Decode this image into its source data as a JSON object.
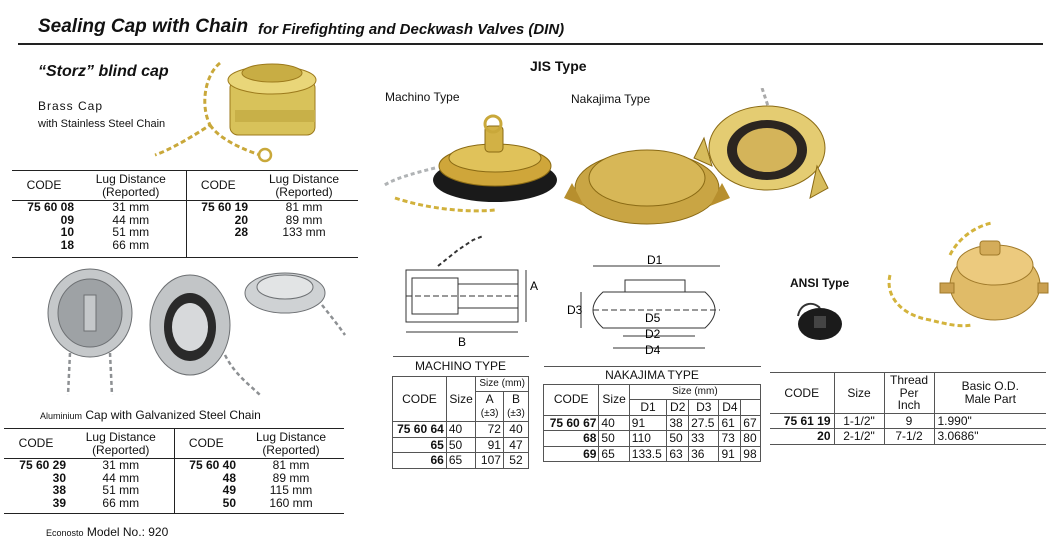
{
  "header": {
    "title": "Sealing Cap with Chain",
    "subtitle": "for Firefighting and Deckwash Valves   (DIN)"
  },
  "storz": {
    "heading": "“Storz” blind cap",
    "material": "Brass Cap",
    "chain": "with Stainless Steel Chain",
    "headers": {
      "code": "CODE",
      "lug": "Lug Distance",
      "reported": "(Reported)"
    },
    "rows": [
      {
        "code1": "75 60 08",
        "lug1": "31 mm",
        "code2": "75 60 19",
        "lug2": "81 mm"
      },
      {
        "code1": "09",
        "lug1": "44 mm",
        "code2": "20",
        "lug2": "89 mm"
      },
      {
        "code1": "10",
        "lug1": "51 mm",
        "code2": "28",
        "lug2": "133 mm"
      },
      {
        "code1": "18",
        "lug1": "66 mm",
        "code2": "",
        "lug2": ""
      }
    ]
  },
  "aluminium": {
    "material": "Aluminium",
    "chain": "Cap with Galvanized Steel Chain",
    "headers": {
      "code": "CODE",
      "lug": "Lug Distance",
      "reported": "(Reported)"
    },
    "rows": [
      {
        "code1": "75 60 29",
        "lug1": "31 mm",
        "code2": "75 60 40",
        "lug2": "81 mm"
      },
      {
        "code1": "30",
        "lug1": "44 mm",
        "code2": "48",
        "lug2": "89 mm"
      },
      {
        "code1": "38",
        "lug1": "51 mm",
        "code2": "49",
        "lug2": "115 mm"
      },
      {
        "code1": "39",
        "lug1": "66 mm",
        "code2": "50",
        "lug2": "160 mm"
      }
    ],
    "brand": "Econosto",
    "model": "Model No.: 920"
  },
  "jis": {
    "heading": "JIS Type",
    "machino_label": "Machino Type",
    "nakajima_label": "Nakajima Type",
    "dims": {
      "a": "A",
      "b": "B",
      "d1": "D1",
      "d2": "D2",
      "d3": "D3",
      "d4": "D4",
      "d5": "D5"
    }
  },
  "machino": {
    "title": "MACHINO TYPE",
    "headers": {
      "code": "CODE",
      "size": "Size",
      "size_mm": "Size (mm)",
      "a": "A",
      "b": "B",
      "tol": "(±3)"
    },
    "rows": [
      {
        "code": "75 60 64",
        "size": "40",
        "a": "72",
        "b": "40"
      },
      {
        "code": "65",
        "size": "50",
        "a": "91",
        "b": "47"
      },
      {
        "code": "66",
        "size": "65",
        "a": "107",
        "b": "52"
      }
    ]
  },
  "nakajima": {
    "title": "NAKAJIMA TYPE",
    "headers": {
      "code": "CODE",
      "size": "Size",
      "size_mm": "Size (mm)",
      "d1": "D1",
      "d2": "D2",
      "d3": "D3",
      "d4": "D4"
    },
    "rows": [
      {
        "code": "75 60 67",
        "size": "40",
        "d1": "91",
        "d2": "38",
        "d3": "27.5",
        "d4": "61",
        "x": "67"
      },
      {
        "code": "68",
        "size": "50",
        "d1": "110",
        "d2": "50",
        "d3": "33",
        "d4": "73",
        "x": "80"
      },
      {
        "code": "69",
        "size": "65",
        "d1": "133.5",
        "d2": "63",
        "d3": "36",
        "d4": "91",
        "x": "98"
      }
    ]
  },
  "ansi": {
    "heading": "ANSI Type",
    "headers": {
      "code": "CODE",
      "size": "Size",
      "thread1": "Thread",
      "thread2": "Per",
      "thread3": "Inch",
      "od1": "Basic O.D.",
      "od2": "Male Part"
    },
    "rows": [
      {
        "code": "75 61 19",
        "size": "1-1/2\"",
        "thread": "9",
        "od": "1.990\""
      },
      {
        "code": "20",
        "size": "2-1/2\"",
        "thread": "7-1/2",
        "od": "3.0686\""
      }
    ]
  },
  "colors": {
    "brass": "#d8b84a",
    "brass_dark": "#9c7a1c",
    "alu": "#b9bcbe",
    "rubber": "#1c1c1c"
  }
}
